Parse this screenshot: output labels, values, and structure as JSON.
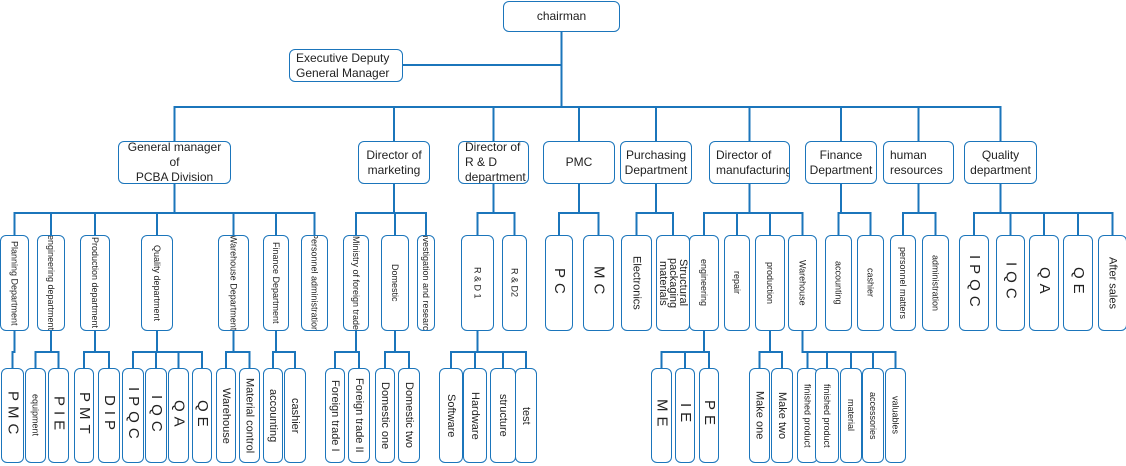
{
  "chart": {
    "root": "chairman",
    "deputy": "Executive Deputy\nGeneral Manager",
    "divisions": [
      {
        "name": "General manager of\nPCBA Division",
        "units": [
          {
            "name": "Planning Department",
            "items": [
              "PMC"
            ]
          },
          {
            "name": "engineering department",
            "items": [
              "equipment",
              "PIE"
            ]
          },
          {
            "name": "Production department",
            "items": [
              "PMT",
              "DIP"
            ]
          },
          {
            "name": "Quality department",
            "items": [
              "IPQC",
              "IQC",
              "QA",
              "QE"
            ]
          },
          {
            "name": "Warehouse Department",
            "items": [
              "Warehouse",
              "Material control"
            ]
          },
          {
            "name": "Finance Department",
            "items": [
              "accounting",
              "cashier"
            ]
          },
          {
            "name": "Personnel administration",
            "items": []
          }
        ]
      },
      {
        "name": "Director of\nmarketing",
        "units": [
          {
            "name": "Ministry of foreign trade",
            "items": [
              "Foreign trade I",
              "Foreign trade II"
            ]
          },
          {
            "name": "Domestic",
            "items": [
              "Domestic one",
              "Domestic two"
            ]
          },
          {
            "name": "Investigation and research",
            "items": []
          }
        ]
      },
      {
        "name": "Director of\nR & D department",
        "units": [
          {
            "name": "R & D 1",
            "items": [
              "Software",
              "Hardware",
              "structure",
              "test"
            ]
          },
          {
            "name": "R & D2",
            "items": []
          }
        ]
      },
      {
        "name": "PMC",
        "units": [
          {
            "name": "PC",
            "items": []
          },
          {
            "name": "MC",
            "items": []
          }
        ]
      },
      {
        "name": "Purchasing\nDepartment",
        "units": [
          {
            "name": "Electronics",
            "items": []
          },
          {
            "name": "Structural packaging\nmaterials",
            "items": []
          }
        ]
      },
      {
        "name": "Director of\nmanufacturing",
        "units": [
          {
            "name": "engineering",
            "items": [
              "ME",
              "IE",
              "PE"
            ]
          },
          {
            "name": "repair",
            "items": []
          },
          {
            "name": "production",
            "items": [
              "Make one",
              "Make two"
            ]
          },
          {
            "name": "Warehouse",
            "items": [
              "finished product",
              "finished product",
              "material",
              "accessories",
              "valuables"
            ]
          }
        ]
      },
      {
        "name": "Finance\nDepartment",
        "units": [
          {
            "name": "accounting",
            "items": []
          },
          {
            "name": "cashier",
            "items": []
          }
        ]
      },
      {
        "name": "human\nresources",
        "units": [
          {
            "name": "personnel matters",
            "items": []
          },
          {
            "name": "administration",
            "items": []
          }
        ]
      },
      {
        "name": "Quality\ndepartment",
        "units": [
          {
            "name": "IPQC",
            "items": []
          },
          {
            "name": "IQC",
            "items": []
          },
          {
            "name": "QA",
            "items": []
          },
          {
            "name": "QE",
            "items": []
          },
          {
            "name": "After sales",
            "items": []
          }
        ]
      }
    ]
  }
}
